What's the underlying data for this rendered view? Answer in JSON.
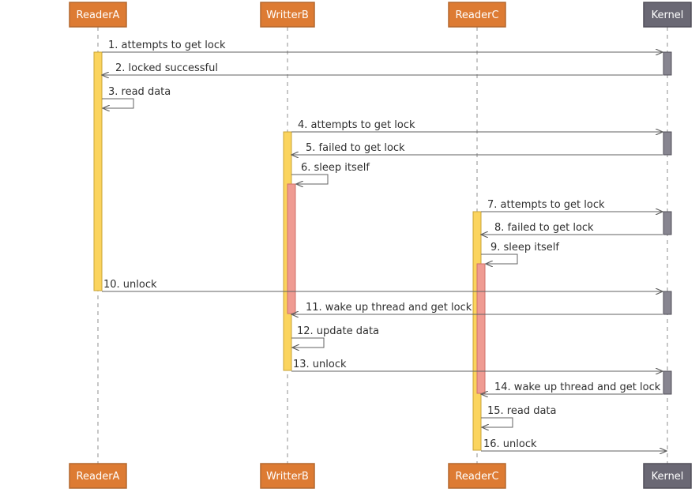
{
  "colors": {
    "actor_fill": "#dd7b33",
    "actor_stroke": "#b4682f",
    "kernel_fill": "#6a6874",
    "kernel_stroke": "#514f59",
    "lifeline": "#8f8f8f",
    "active_fill": "#fbd45e",
    "active_stroke": "#c9a337",
    "sleep_fill": "#ef9b92",
    "sleep_stroke": "#cf726a",
    "kernel_active_fill": "#878590",
    "arrow": "#626262"
  },
  "actors": [
    {
      "id": "readerA",
      "label": "ReaderA",
      "kind": "process"
    },
    {
      "id": "writerB",
      "label": "WritterB",
      "kind": "process"
    },
    {
      "id": "readerC",
      "label": "ReaderC",
      "kind": "process"
    },
    {
      "id": "kernel",
      "label": "Kernel",
      "kind": "kernel"
    }
  ],
  "messages": [
    {
      "label": "1. attempts to get lock",
      "from": "readerA",
      "to": "kernel"
    },
    {
      "label": "2. locked successful",
      "from": "kernel",
      "to": "readerA"
    },
    {
      "label": "3. read data",
      "from": "readerA",
      "to": "readerA"
    },
    {
      "label": "4. attempts to get lock",
      "from": "writerB",
      "to": "kernel"
    },
    {
      "label": "5. failed to get lock",
      "from": "kernel",
      "to": "writerB"
    },
    {
      "label": "6. sleep itself",
      "from": "writerB",
      "to": "writerB"
    },
    {
      "label": "7. attempts to get lock",
      "from": "readerC",
      "to": "kernel"
    },
    {
      "label": "8. failed to get lock",
      "from": "kernel",
      "to": "readerC"
    },
    {
      "label": "9. sleep itself",
      "from": "readerC",
      "to": "readerC"
    },
    {
      "label": "10. unlock",
      "from": "readerA",
      "to": "kernel"
    },
    {
      "label": "11. wake up thread and get lock",
      "from": "kernel",
      "to": "writerB"
    },
    {
      "label": "12. update data",
      "from": "writerB",
      "to": "writerB"
    },
    {
      "label": "13. unlock",
      "from": "writerB",
      "to": "kernel"
    },
    {
      "label": "14. wake up thread and get lock",
      "from": "kernel",
      "to": "readerC"
    },
    {
      "label": "15. read data",
      "from": "readerC",
      "to": "readerC"
    },
    {
      "label": "16. unlock",
      "from": "readerC",
      "to": "kernel"
    }
  ]
}
